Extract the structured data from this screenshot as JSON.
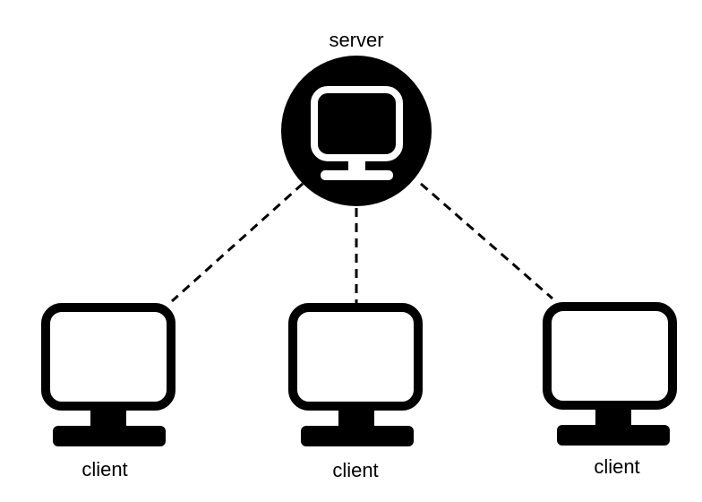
{
  "colors": {
    "ink": "#000000",
    "paper": "#ffffff"
  },
  "server": {
    "label": "server",
    "icon": "monitor-icon"
  },
  "clients": [
    {
      "label": "client",
      "icon": "monitor-icon"
    },
    {
      "label": "client",
      "icon": "monitor-icon"
    },
    {
      "label": "client",
      "icon": "monitor-icon"
    }
  ],
  "connections": [
    {
      "from": "server",
      "to": "client-1",
      "style": "dashed"
    },
    {
      "from": "server",
      "to": "client-2",
      "style": "dashed"
    },
    {
      "from": "server",
      "to": "client-3",
      "style": "dashed"
    }
  ]
}
